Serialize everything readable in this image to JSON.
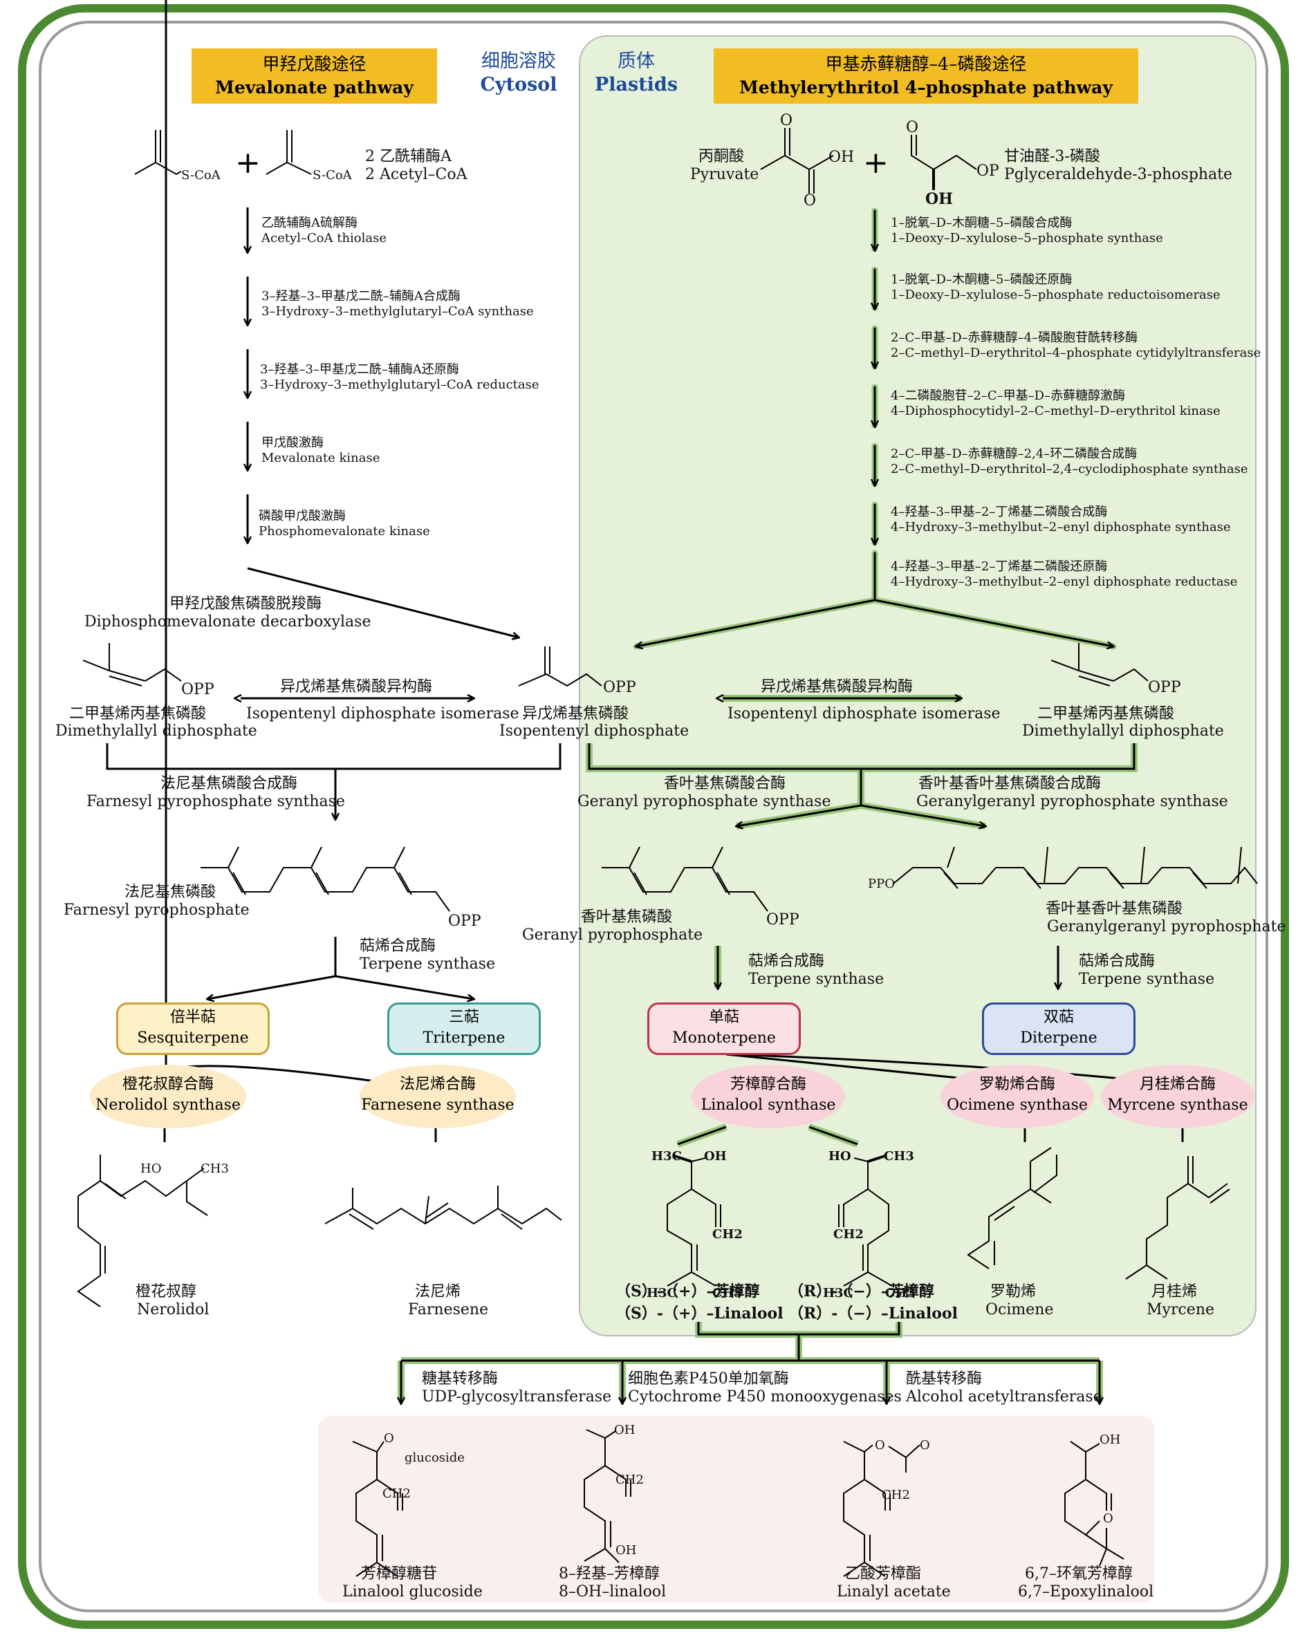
{
  "headers": {
    "mva": {
      "zh": "甲羟戊酸途径",
      "en": "Mevalonate pathway"
    },
    "cytosol": {
      "zh": "细胞溶胶",
      "en": "Cytosol"
    },
    "plastids": {
      "zh": "质体",
      "en": "Plastids"
    },
    "mep": {
      "zh": "甲基赤藓糖醇–4–磷酸途径",
      "en": "Methylerythritol 4–phosphate pathway"
    }
  },
  "substrates": {
    "acetyl_coa": {
      "zh": "2 乙酰辅酶A",
      "en": "2 Acetyl–CoA",
      "label": "S-CoA"
    },
    "pyruvate": {
      "zh": "丙酮酸",
      "en": "Pyruvate",
      "oh": "OH",
      "o": "O"
    },
    "g3p": {
      "zh": "甘油醛-3-磷酸",
      "en": "Pglyceraldehyde-3-phosphate",
      "op": "OP",
      "oh": "OH",
      "o": "O"
    }
  },
  "mva_steps": [
    {
      "zh": "乙酰辅酶A硫解酶",
      "en": "Acetyl–CoA thiolase"
    },
    {
      "zh": "3–羟基–3–甲基戊二酰–辅酶A合成酶",
      "en": "3–Hydroxy–3–methylglutaryl–CoA synthase"
    },
    {
      "zh": "3–羟基–3–甲基戊二酰–辅酶A还原酶",
      "en": "3–Hydroxy–3–methylglutaryl–CoA reductase"
    },
    {
      "zh": "甲戊酸激酶",
      "en": "Mevalonate kinase"
    },
    {
      "zh": "磷酸甲戊酸激酶",
      "en": "Phosphomevalonate kinase"
    }
  ],
  "mep_steps": [
    {
      "zh": "1–脱氧–D–木酮糖–5–磷酸合成酶",
      "en": "1–Deoxy–D–xylulose–5–phosphate synthase"
    },
    {
      "zh": "1–脱氧–D–木酮糖–5–磷酸还原酶",
      "en": "1–Deoxy–D–xylulose–5–phosphate reductoisomerase"
    },
    {
      "zh": "2–C–甲基–D–赤藓糖醇–4–磷酸胞苷酰转移酶",
      "en": "2–C–methyl–D–erythritol–4–phosphate cytidylyltransferase"
    },
    {
      "zh": "4–二磷酸胞苷–2–C–甲基–D–赤藓糖醇激酶",
      "en": "4–Diphosphocytidyl–2–C–methyl–D–erythritol kinase"
    },
    {
      "zh": "2–C–甲基–D–赤藓糖醇–2,4–环二磷酸合成酶",
      "en": "2–C–methyl–D–erythritol–2,4–cyclodiphosphate synthase"
    },
    {
      "zh": "4–羟基–3–甲基–2–丁烯基二磷酸合成酶",
      "en": "4–Hydroxy–3–methylbut–2–enyl diphosphate synthase"
    },
    {
      "zh": "4–羟基–3–甲基–2–丁烯基二磷酸还原酶",
      "en": "4–Hydroxy–3–methylbut–2–enyl diphosphate reductase"
    }
  ],
  "decarboxylase": {
    "zh": "甲羟戊酸焦磷酸脱羧酶",
    "en": "Diphosphomevalonate decarboxylase"
  },
  "opp": "OPP",
  "ppo": "PPO",
  "dmapp": {
    "zh": "二甲基烯丙基焦磷酸",
    "en": "Dimethylallyl diphosphate"
  },
  "ipp": {
    "zh": "异戊烯基焦磷酸",
    "en": "Isopentenyl diphosphate"
  },
  "isomerase": {
    "zh": "异戊烯基焦磷酸异构酶",
    "en": "Isopentenyl diphosphate isomerase"
  },
  "fpps": {
    "zh": "法尼基焦磷酸合成酶",
    "en": "Farnesyl pyrophosphate synthase"
  },
  "gpps": {
    "zh": "香叶基焦磷酸合酶",
    "en": "Geranyl pyrophosphate synthase"
  },
  "ggpps": {
    "zh": "香叶基香叶基焦磷酸合成酶",
    "en": "Geranylgeranyl pyrophosphate synthase"
  },
  "fpp": {
    "zh": "法尼基焦磷酸",
    "en": "Farnesyl pyrophosphate"
  },
  "gpp": {
    "zh": "香叶基焦磷酸",
    "en": "Geranyl pyrophosphate"
  },
  "ggpp": {
    "zh": "香叶基香叶基焦磷酸",
    "en": "Geranylgeranyl pyrophosphate"
  },
  "terpene_synthase": {
    "zh": "萜烯合成酶",
    "en": "Terpene synthase"
  },
  "classes": {
    "sesqui": {
      "zh": "倍半萜",
      "en": "Sesquiterpene",
      "color": "#c9a23a",
      "fill": "#fdf1c8"
    },
    "tri": {
      "zh": "三萜",
      "en": "Triterpene",
      "color": "#3a9a95",
      "fill": "#d6efee"
    },
    "mono": {
      "zh": "单萜",
      "en": "Monoterpene",
      "color": "#c0334a",
      "fill": "#fbe1e5"
    },
    "di": {
      "zh": "双萜",
      "en": "Diterpene",
      "color": "#2a4a9a",
      "fill": "#dbe3f6"
    }
  },
  "enzymes": {
    "nerolidol_synthase": {
      "zh": "橙花叔醇合酶",
      "en": "Nerolidol synthase"
    },
    "farnesene_synthase": {
      "zh": "法尼烯合酶",
      "en": "Farnesene synthase"
    },
    "linalool_synthase": {
      "zh": "芳樟醇合酶",
      "en": "Linalool synthase"
    },
    "ocimene_synthase": {
      "zh": "罗勒烯合酶",
      "en": "Ocimene synthase"
    },
    "myrcene_synthase": {
      "zh": "月桂烯合酶",
      "en": "Myrcene synthase"
    }
  },
  "products": {
    "nerolidol": {
      "zh": "橙花叔醇",
      "en": "Nerolidol",
      "ho": "HO",
      "ch3": "CH3"
    },
    "farnesene": {
      "zh": "法尼烯",
      "en": "Farnesene"
    },
    "s_linalool": {
      "zh": "（S）-（+）–芳樟醇",
      "en": "（S）-（+）–Linalool"
    },
    "r_linalool": {
      "zh": "（R）-（−）–芳樟醇",
      "en": "（R）-（−）–Linalool"
    },
    "ocimene": {
      "zh": "罗勒烯",
      "en": "Ocimene"
    },
    "myrcene": {
      "zh": "月桂烯",
      "en": "Myrcene"
    }
  },
  "atoms": {
    "h3c": "H3C",
    "oh": "OH",
    "ho": "HO",
    "ch3": "CH3",
    "ch2": "CH2",
    "o": "O",
    "glucoside": "glucoside"
  },
  "mods": {
    "ugt": {
      "zh": "糖基转移酶",
      "en": "UDP-glycosyltransferase"
    },
    "p450": {
      "zh": "细胞色素P450单加氧酶",
      "en": "Cytochrome P450 monooxygenases"
    },
    "aat": {
      "zh": "酰基转移酶",
      "en": "Alcohol acetyltransferase"
    }
  },
  "derivatives": {
    "glucoside": {
      "zh": "芳樟醇糖苷",
      "en": "Linalool glucoside"
    },
    "oh8": {
      "zh": "8–羟基–芳樟醇",
      "en": "8–OH–linalool"
    },
    "acetate": {
      "zh": "乙酸芳樟酯",
      "en": "Linalyl acetate"
    },
    "epoxy": {
      "zh": "6,7–环氧芳樟醇",
      "en": "6,7–Epoxylinalool"
    }
  },
  "colors": {
    "frame": "#4c8a32",
    "plastid_bg": "#e6f1da",
    "header": "#f2bd23",
    "blue_label": "#1f4a9a",
    "deriv_bg": "#fbeeee"
  }
}
